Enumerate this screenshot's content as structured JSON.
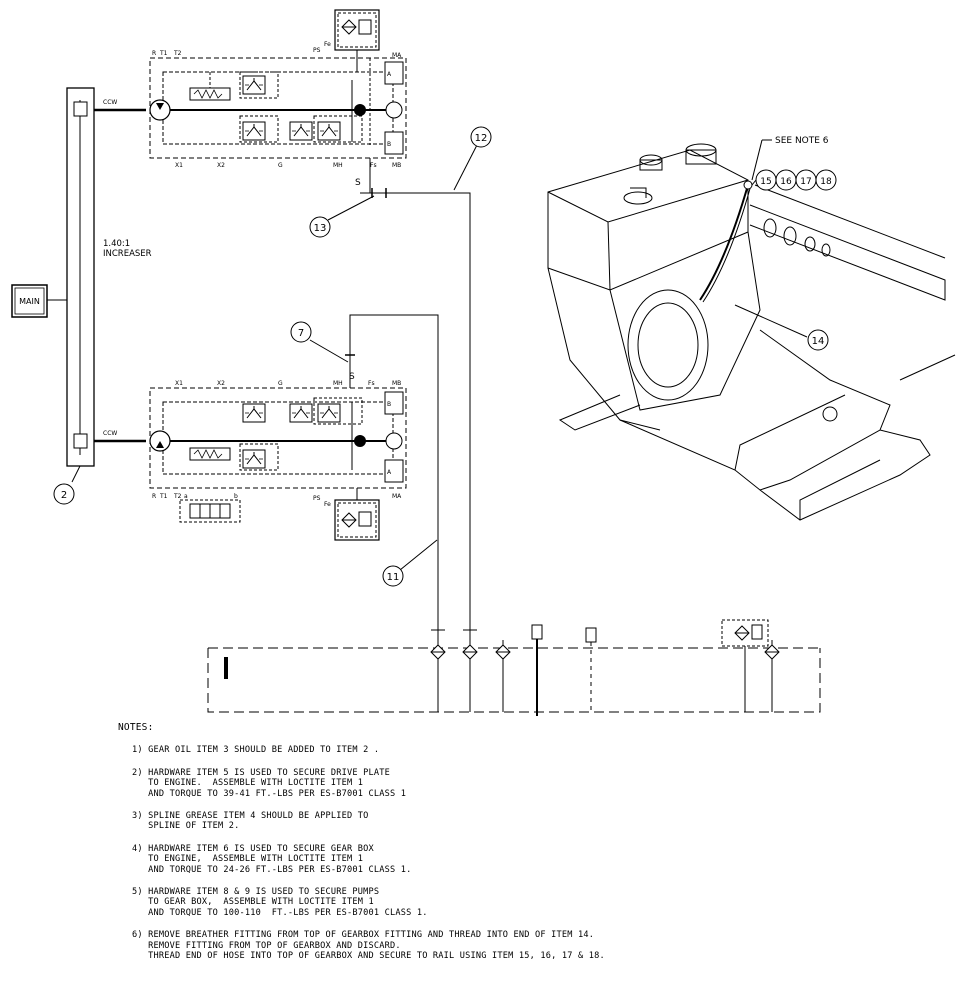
{
  "labels": {
    "main": "MAIN",
    "ratio": "1.40:1",
    "increaser": "INCREASER",
    "see_note": "SEE NOTE 6",
    "ccw_top": "CCW",
    "ccw_bottom": "CCW",
    "ports_top": [
      "R",
      "T1",
      "T2",
      "PS",
      "Fe",
      "MA",
      "X1",
      "X2",
      "G",
      "MH",
      "Fs",
      "MB",
      "A",
      "B",
      "S"
    ],
    "ports_bottom": [
      "X1",
      "X2",
      "G",
      "MH",
      "Fs",
      "MB",
      "R",
      "T1",
      "T2",
      "a",
      "b",
      "PS",
      "Fe",
      "MA",
      "A",
      "B",
      "S"
    ]
  },
  "callouts": {
    "c2": "2",
    "c7": "7",
    "c11": "11",
    "c12": "12",
    "c13": "13",
    "c14": "14",
    "c15": "15",
    "c16": "16",
    "c17": "17",
    "c18": "18"
  },
  "notes": {
    "heading": "NOTES:",
    "items": [
      "1) GEAR OIL ITEM 3 SHOULD BE ADDED TO ITEM 2 .",
      "2) HARDWARE ITEM 5 IS USED TO SECURE DRIVE PLATE\n   TO ENGINE.  ASSEMBLE WITH LOCTITE ITEM 1\n   AND TORQUE TO 39-41 FT.-LBS PER ES-B7001 CLASS 1",
      "3) SPLINE GREASE ITEM 4 SHOULD BE APPLIED TO\n   SPLINE OF ITEM 2.",
      "4) HARDWARE ITEM 6 IS USED TO SECURE GEAR BOX\n   TO ENGINE,  ASSEMBLE WITH LOCTITE ITEM 1\n   AND TORQUE TO 24-26 FT.-LBS PER ES-B7001 CLASS 1.",
      "5) HARDWARE ITEM 8 & 9 IS USED TO SECURE PUMPS\n   TO GEAR BOX,  ASSEMBLE WITH LOCTITE ITEM 1\n   AND TORQUE TO 100-110  FT.-LBS PER ES-B7001 CLASS 1.",
      "6) REMOVE BREATHER FITTING FROM TOP OF GEARBOX FITTING AND THREAD INTO END OF ITEM 14.\n   REMOVE FITTING FROM TOP OF GEARBOX AND DISCARD.\n   THREAD END OF HOSE INTO TOP OF GEARBOX AND SECURE TO RAIL USING ITEM 15, 16, 17 & 18."
    ]
  }
}
